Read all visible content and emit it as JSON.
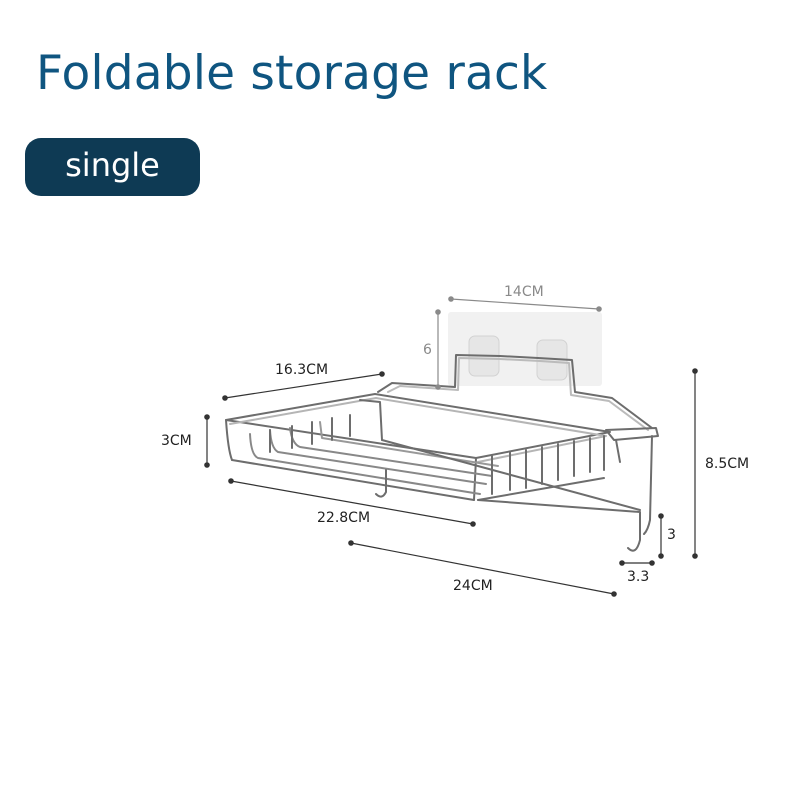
{
  "header": {
    "title": "Foldable storage rack",
    "variant_badge": "single"
  },
  "colors": {
    "title": "#0f5580",
    "badge_bg": "#0e3a54",
    "badge_text": "#ffffff",
    "dimension_line": "#333333",
    "adhesive_dimension": "#8a8a8a"
  },
  "dimensions": {
    "adhesive_width": "14CM",
    "adhesive_height": "6",
    "basket_depth": "16.3CM",
    "basket_height": "3CM",
    "basket_width": "22.8CM",
    "total_width": "24CM",
    "total_height": "8.5CM",
    "hook_height": "3",
    "hook_width": "3.3"
  }
}
